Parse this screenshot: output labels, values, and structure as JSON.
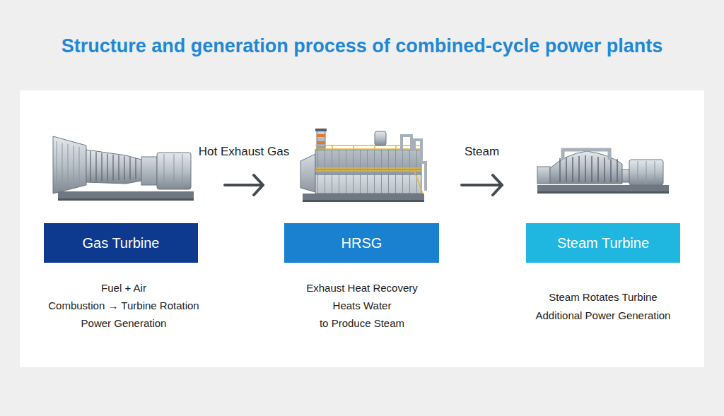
{
  "diagram": {
    "title": "Structure and generation process of combined-cycle power plants",
    "nodes": [
      {
        "text": [
          "Gas Turbine"
        ]
      },
      {
        "text": [
          "HRSG"
        ]
      },
      {
        "text": [
          "Steam Turbine"
        ]
      }
    ],
    "edges": [
      {
        "from": 0,
        "to": 1,
        "arrow": "to",
        "label": "Hot Exhaust Gas"
      },
      {
        "from": 1,
        "to": 2,
        "arrow": "to",
        "label": "Steam"
      }
    ],
    "labels": [
      "Fuel + Air",
      "Combustion → Turbine Rotation",
      "Power Generation",
      "Exhaust Heat Recovery",
      "Heats Water",
      "to Produce Steam",
      "Steam Rotates Turbine",
      "Additional Power Generation"
    ]
  }
}
